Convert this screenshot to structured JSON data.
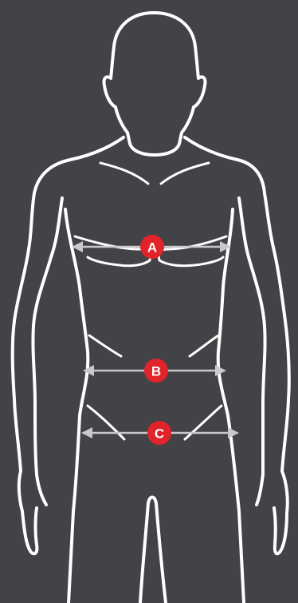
{
  "colors": {
    "background": "#434246",
    "outline": "#ffffff",
    "arrow": "#c9c9cc",
    "badge": "#e2232a"
  },
  "measurements": [
    {
      "label": "A",
      "part": "chest"
    },
    {
      "label": "B",
      "part": "waist"
    },
    {
      "label": "C",
      "part": "hips"
    }
  ]
}
